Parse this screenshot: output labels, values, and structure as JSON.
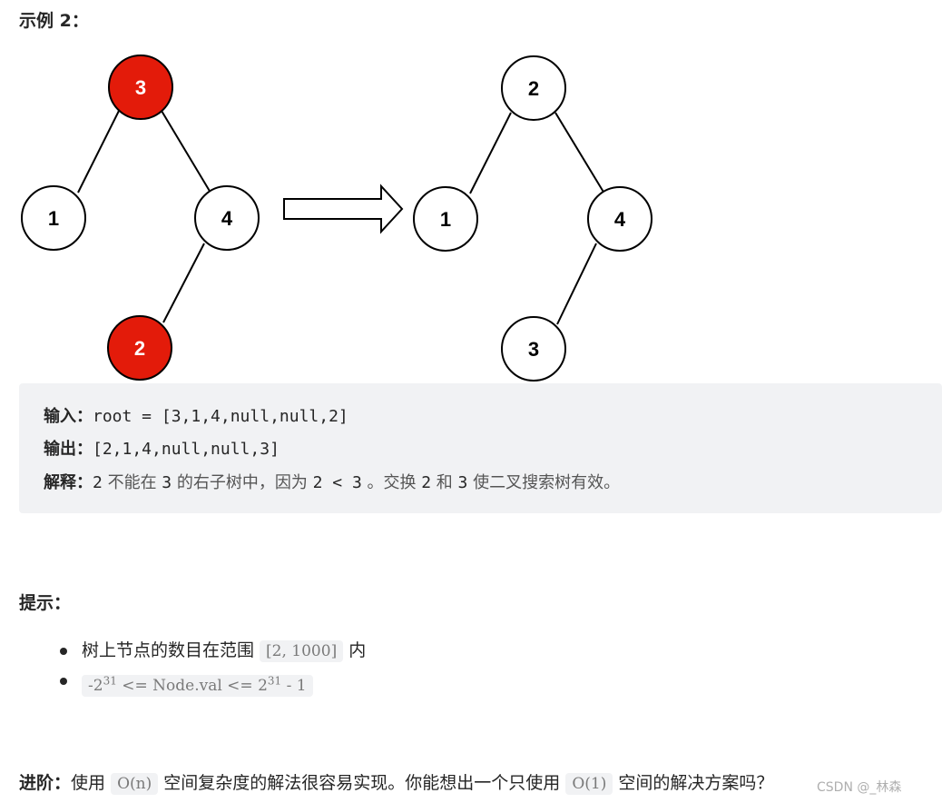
{
  "example": {
    "title": "示例 2：",
    "diagram": {
      "before": {
        "nodes": [
          {
            "value": "3",
            "highlight": true
          },
          {
            "value": "1",
            "highlight": false
          },
          {
            "value": "4",
            "highlight": false
          },
          {
            "value": "2",
            "highlight": true
          }
        ]
      },
      "after": {
        "nodes": [
          {
            "value": "2"
          },
          {
            "value": "1"
          },
          {
            "value": "4"
          },
          {
            "value": "3"
          }
        ]
      },
      "highlight_color": "#e31b0a"
    },
    "input_label": "输入：",
    "input_value": "root = [3,1,4,null,null,2]",
    "output_label": "输出：",
    "output_value": "[2,1,4,null,null,3]",
    "explain_label": "解释：",
    "explain_parts": [
      "2",
      " 不能在 ",
      "3",
      " 的右子树中，因为 ",
      "2 < 3",
      " 。交换 ",
      "2",
      " 和 ",
      "3",
      " 使二叉搜索树有效。"
    ]
  },
  "hints": {
    "title": "提示：",
    "items": [
      {
        "text_before": "树上节点的数目在范围 ",
        "code": "[2, 1000]",
        "text_after": " 内"
      },
      {
        "code_parts": [
          "-2",
          "31",
          " <= Node.val <= 2",
          "31",
          " - 1"
        ]
      }
    ]
  },
  "advanced": {
    "label": "进阶：",
    "text1": "使用 ",
    "code1": "O(n)",
    "text2": " 空间复杂度的解法很容易实现。你能想出一个只使用 ",
    "code2": "O(1)",
    "text3": " 空间的解决方案吗？"
  },
  "watermark": "CSDN @_林森"
}
